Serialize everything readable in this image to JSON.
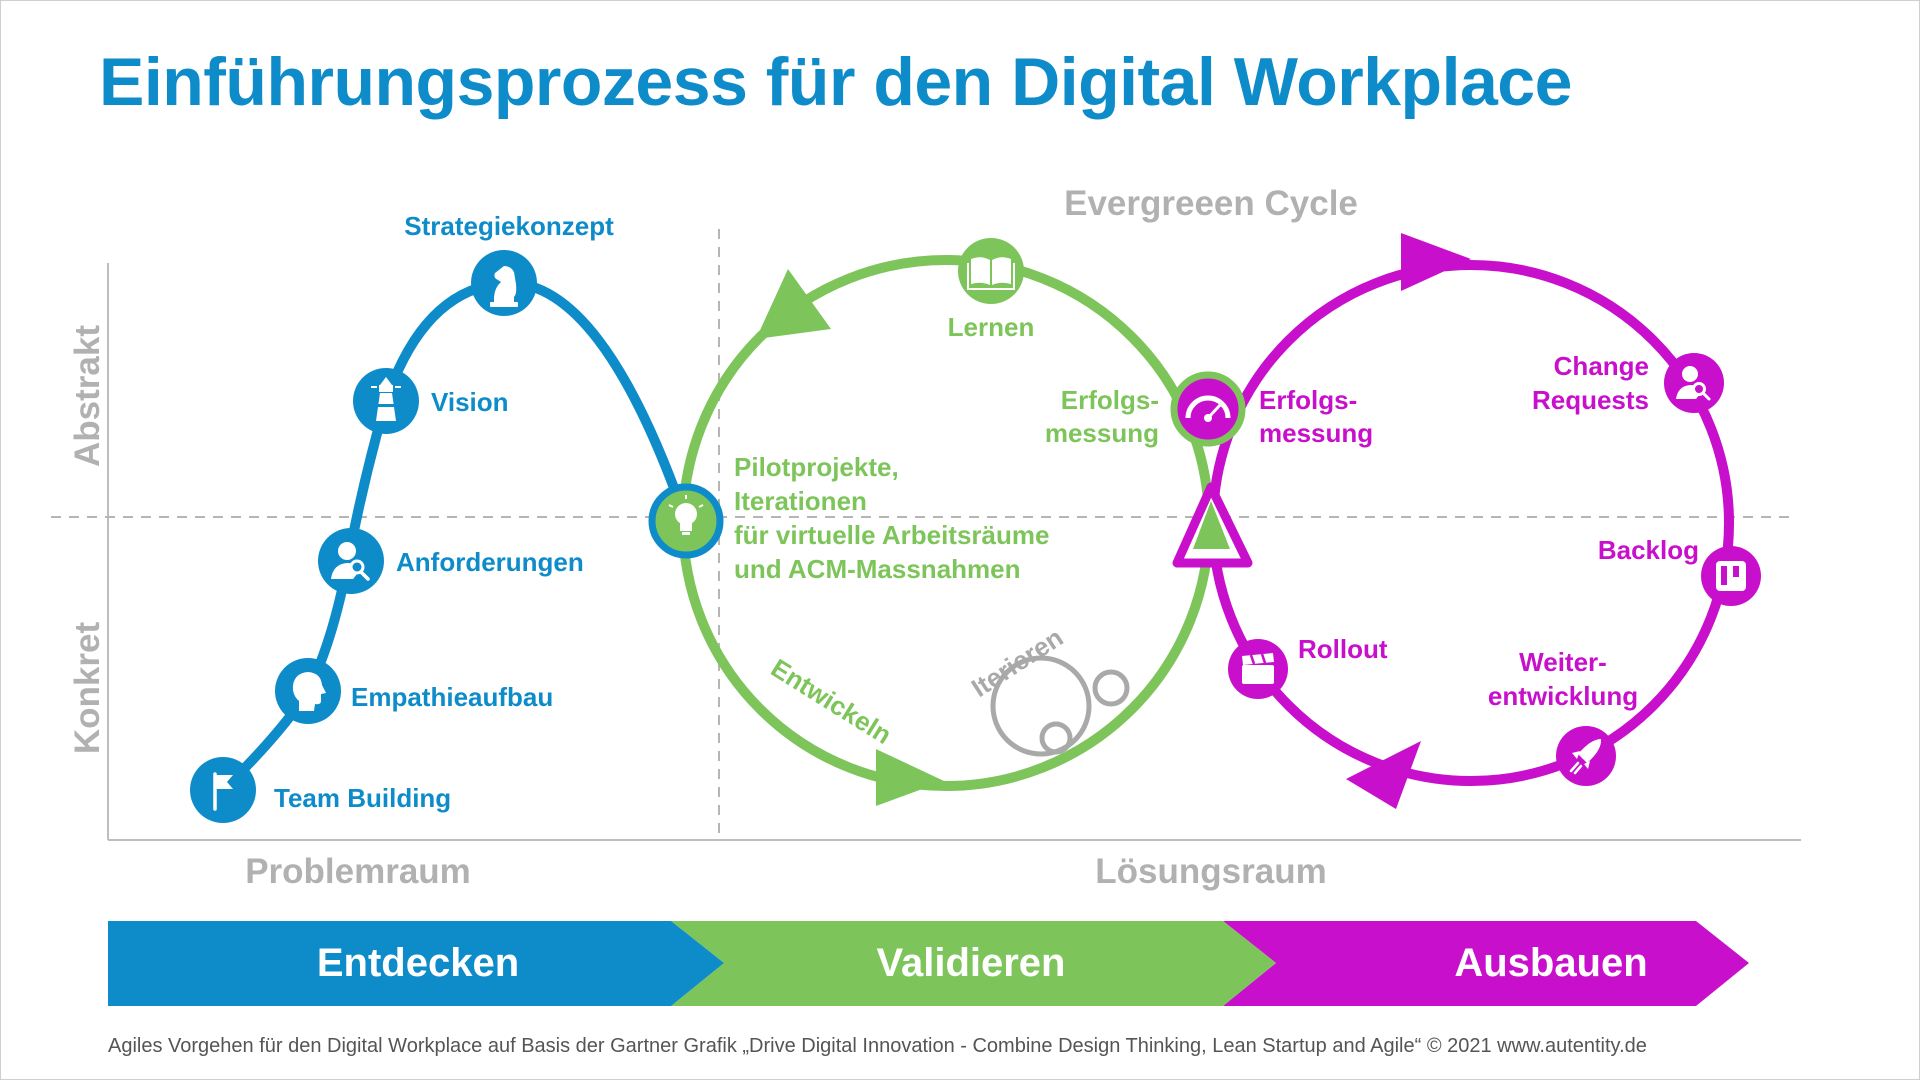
{
  "title": "Einführungsprozess für den Digital Workplace",
  "colors": {
    "blue": "#0e8bc9",
    "green": "#7dc55a",
    "magenta": "#c80fcc",
    "grey": "#a9a9a9"
  },
  "axis": {
    "y_top": "Abstrakt",
    "y_bottom": "Konkret",
    "x_left": "Problemraum",
    "x_right": "Lösungsraum"
  },
  "cycle_title": "Evergreeen Cycle",
  "problem_nodes": [
    {
      "label": "Strategiekonzept",
      "icon": "chess-knight-icon"
    },
    {
      "label": "Vision",
      "icon": "lighthouse-icon"
    },
    {
      "label": "Anforderungen",
      "icon": "user-search-icon"
    },
    {
      "label": "Empathieaufbau",
      "icon": "head-profile-icon"
    },
    {
      "label": "Team Building",
      "icon": "flag-icon"
    }
  ],
  "pilot": {
    "icon": "lightbulb-icon",
    "lines": [
      "Pilotprojekte,",
      "Iterationen",
      "für virtuelle Arbeitsräume",
      "und ACM-Massnahmen"
    ]
  },
  "green_loop": {
    "lernen": "Lernen",
    "lernen_icon": "book-icon",
    "erfolg_lines": [
      "Erfolgs-",
      "messung"
    ],
    "erfolg_icon": "gauge-icon",
    "entwickeln": "Entwickeln",
    "iterieren": "Iterieren"
  },
  "magenta_loop": {
    "erfolg_lines": [
      "Erfolgs-",
      "messung"
    ],
    "change_lines": [
      "Change",
      "Requests"
    ],
    "change_icon": "user-search-icon",
    "backlog": "Backlog",
    "backlog_icon": "kanban-board-icon",
    "weiter_lines": [
      "Weiter-",
      "entwicklung"
    ],
    "weiter_icon": "rocket-icon",
    "rollout": "Rollout",
    "rollout_icon": "clapperboard-icon"
  },
  "phases": [
    "Entdecken",
    "Validieren",
    "Ausbauen"
  ],
  "footer": "Agiles Vorgehen für den Digital Workplace auf Basis der Gartner Grafik „Drive Digital Innovation - Combine Design Thinking, Lean Startup and Agile“ © 2021 www.autentity.de"
}
